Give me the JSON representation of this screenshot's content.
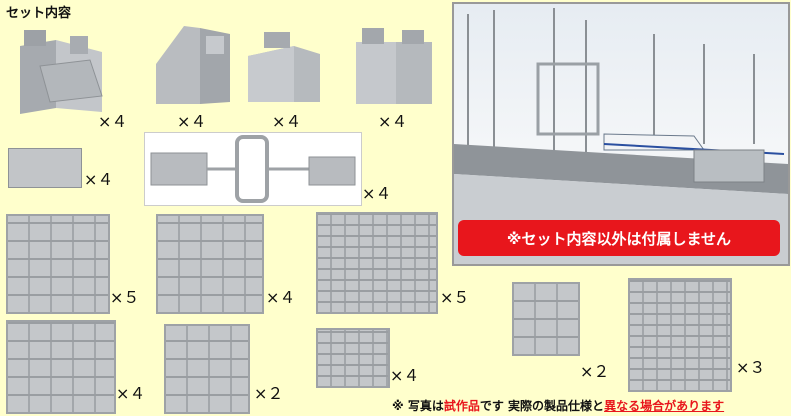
{
  "header": {
    "title": "セット内容"
  },
  "banner": {
    "text": "※セット内容以外は付属しません"
  },
  "note": {
    "prefix": "※ 写真は",
    "highlight1": "試作品",
    "middle": "です 実際の製品仕様と",
    "highlight2": "異なる場合",
    "suffix": "があります"
  },
  "parts": [
    {
      "name": "pier-block-a",
      "qty": "×４"
    },
    {
      "name": "pier-block-b",
      "qty": "×４"
    },
    {
      "name": "pier-block-c",
      "qty": "×４"
    },
    {
      "name": "pier-block-d",
      "qty": "×４"
    },
    {
      "name": "flat-plate",
      "qty": "×４"
    },
    {
      "name": "substation-frame",
      "qty": "×４"
    },
    {
      "name": "sprue-1",
      "qty": "×５"
    },
    {
      "name": "sprue-2",
      "qty": "×４"
    },
    {
      "name": "sprue-3",
      "qty": "×５"
    },
    {
      "name": "sprue-4",
      "qty": "×４"
    },
    {
      "name": "sprue-5",
      "qty": "×２"
    },
    {
      "name": "sprue-6",
      "qty": "×４"
    },
    {
      "name": "sprue-7",
      "qty": "×２"
    },
    {
      "name": "sprue-8",
      "qty": "×３"
    }
  ],
  "colors": {
    "background": "#ffffcc",
    "banner": "#e8161c",
    "accent_text": "#e8161c"
  }
}
